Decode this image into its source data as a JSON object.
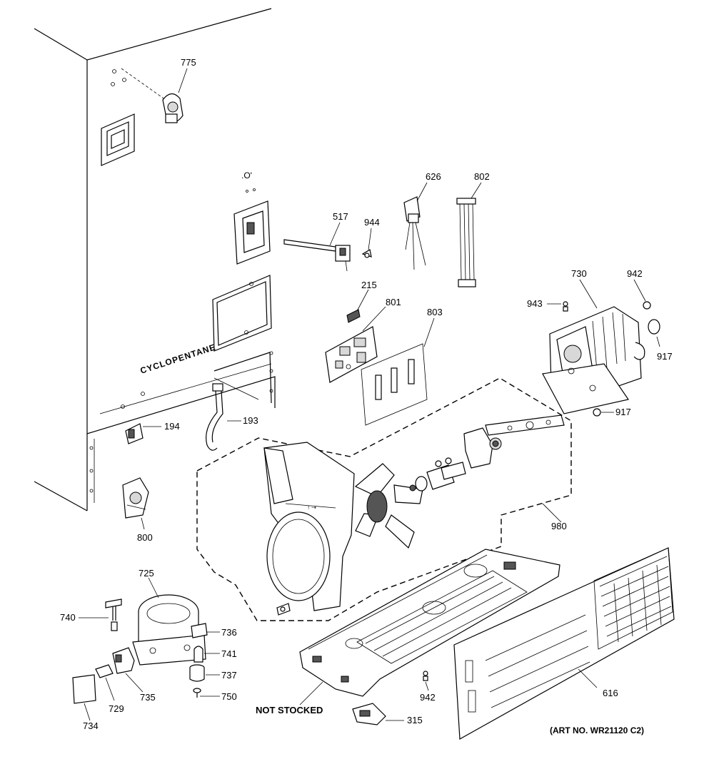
{
  "diagram": {
    "labels": {
      "p775": "775",
      "p626": "626",
      "p802": "802",
      "p517": "517",
      "p944": "944",
      "p215": "215",
      "p801": "801",
      "p803": "803",
      "p730": "730",
      "p942a": "942",
      "p943": "943",
      "p917a": "917",
      "p917b": "917",
      "p194": "194",
      "p193": "193",
      "p800": "800",
      "p980": "980",
      "p725": "725",
      "p740": "740",
      "p736": "736",
      "p741": "741",
      "p737": "737",
      "p750": "750",
      "p735": "735",
      "p729": "729",
      "p734": "734",
      "p942b": "942",
      "p616": "616",
      "p315": "315"
    },
    "cabinet_text": "CYCLOPENTANE",
    "not_stocked": "NOT STOCKED",
    "art_number": "(ART NO. WR21120 C2)"
  }
}
